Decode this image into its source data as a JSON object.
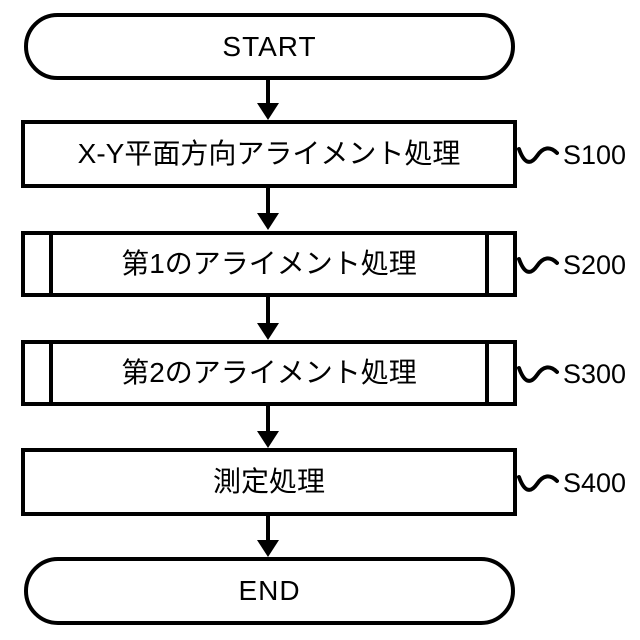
{
  "figure": {
    "type": "flowchart",
    "background_color": "#ffffff",
    "stroke_color": "#000000",
    "nodes": [
      {
        "type": "terminator",
        "label": "START"
      },
      {
        "type": "process",
        "label": "X-Y平面方向アライメント処理",
        "step": "S100"
      },
      {
        "type": "predefined_process",
        "label": "第1のアライメント処理",
        "step": "S200"
      },
      {
        "type": "predefined_process",
        "label": "第2のアライメント処理",
        "step": "S300"
      },
      {
        "type": "process",
        "label": "測定処理",
        "step": "S400"
      },
      {
        "type": "terminator",
        "label": "END"
      }
    ],
    "connections": [
      {
        "from": "START",
        "to": "S100"
      },
      {
        "from": "S100",
        "to": "S200"
      },
      {
        "from": "S200",
        "to": "S300"
      },
      {
        "from": "S300",
        "to": "S400"
      },
      {
        "from": "S400",
        "to": "END"
      }
    ]
  }
}
